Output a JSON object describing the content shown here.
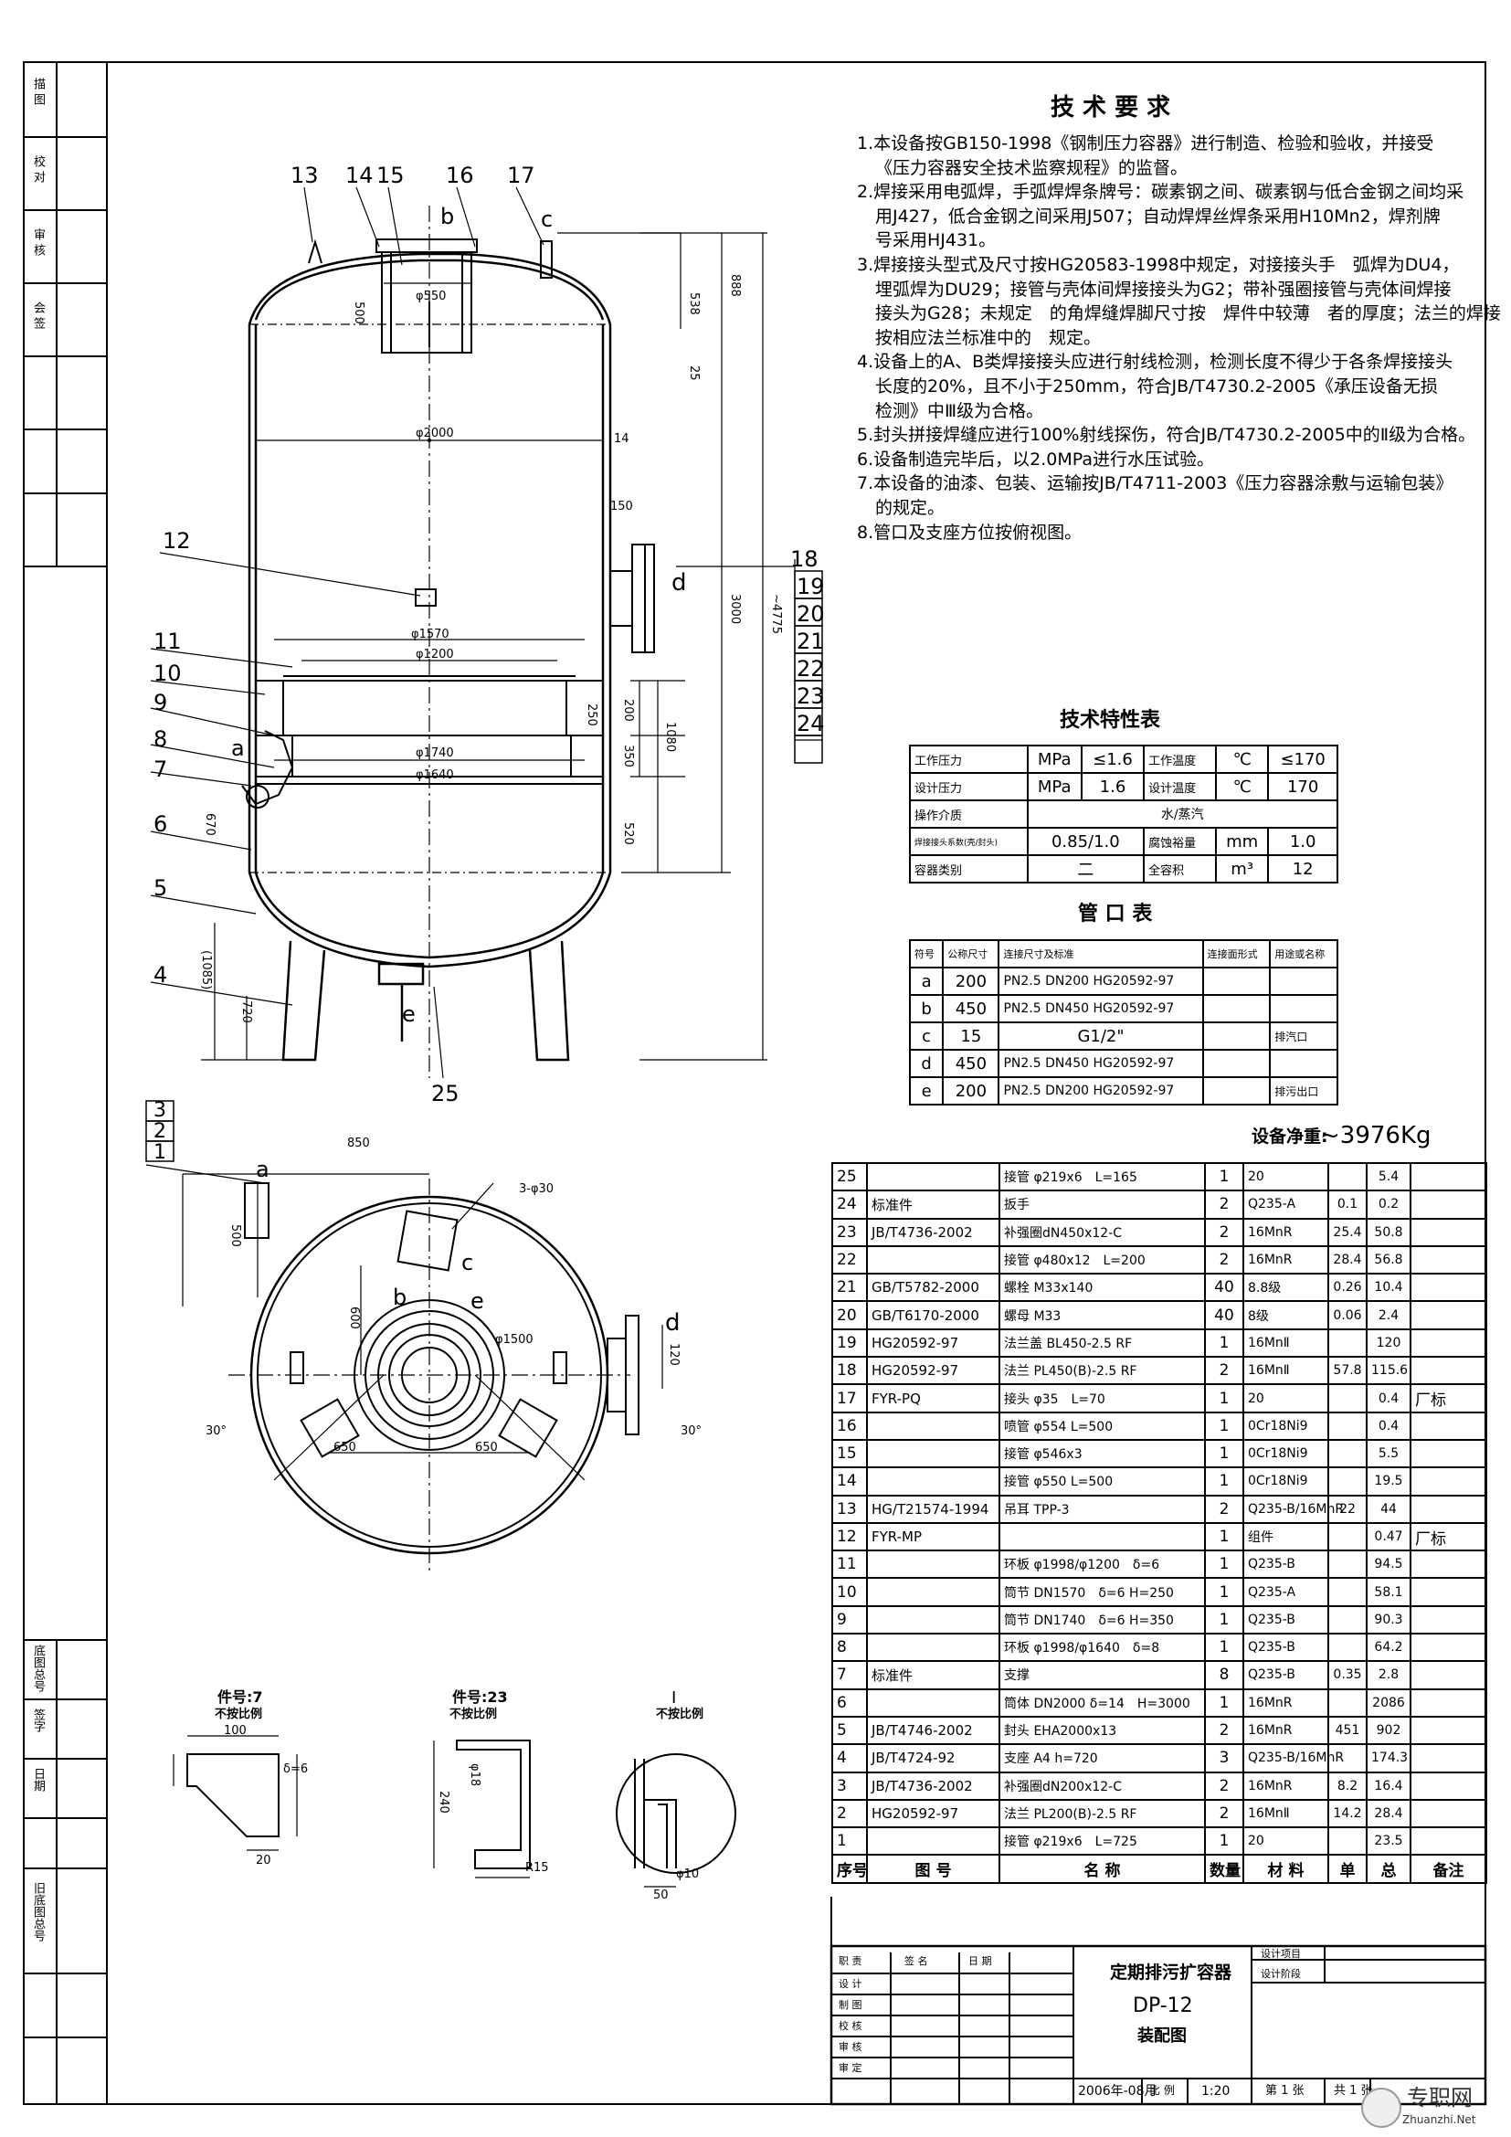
{
  "tech_requirements": {
    "title": "技 术 要 求",
    "items": [
      "1.本设备按GB150-1998《钢制压力容器》进行制造、检验和验收，并接受",
      "《压力容器安全技术监察规程》的监督。",
      "2.焊接采用电弧焊，手弧焊焊条牌号：碳素钢之间、碳素钢与低合金钢之间均采",
      "用J427，低合金钢之间采用J507；自动焊焊丝焊条采用H10Mn2，焊剂牌",
      "号采用HJ431。",
      "3.焊接接头型式及尺寸按HG20583-1998中规定，对接接头手　弧焊为DU4，",
      "埋弧焊为DU29；接管与壳体间焊接接头为G2；带补强圈接管与壳体间焊接",
      "接头为G28；未规定　的角焊缝焊脚尺寸按　焊件中较薄　者的厚度；法兰的焊接",
      "按相应法兰标准中的　规定。",
      "4.设备上的A、B类焊接接头应进行射线检测，检测长度不得少于各条焊接接头",
      "长度的20%，且不小于250mm，符合JB/T4730.2-2005《承压设备无损",
      "检测》中Ⅲ级为合格。",
      "5.封头拼接焊缝应进行100%射线探伤，符合JB/T4730.2-2005中的Ⅱ级为合格。",
      "6.设备制造完毕后，以2.0MPa进行水压试验。",
      "7.本设备的油漆、包装、运输按JB/T4711-2003《压力容器涂敷与运输包装》",
      "的规定。",
      "8.管口及支座方位按俯视图。"
    ]
  },
  "tech_spec": {
    "title": "技术特性表",
    "rows": [
      [
        "工作压力",
        "MPa",
        "≤1.6",
        "工作温度",
        "℃",
        "≤170"
      ],
      [
        "设计压力",
        "MPa",
        "1.6",
        "设计温度",
        "℃",
        "170"
      ],
      [
        "操作介质",
        "",
        "水/蒸汽",
        "",
        "",
        ""
      ],
      [
        "焊接接头系数(壳/封头)",
        "",
        "0.85/1.0",
        "腐蚀裕量",
        "mm",
        "1.0"
      ],
      [
        "容器类别",
        "",
        "二",
        "全容积",
        "m³",
        "12"
      ]
    ]
  },
  "nozzle_table": {
    "title": "管 口 表",
    "header": [
      "符号",
      "公称尺寸",
      "连接尺寸及标准",
      "连接面形式",
      "用途或名称"
    ],
    "rows": [
      [
        "a",
        "200",
        "PN2.5 DN200 HG20592-97",
        "",
        ""
      ],
      [
        "b",
        "450",
        "PN2.5 DN450 HG20592-97",
        "",
        ""
      ],
      [
        "c",
        "15",
        "G1/2\"",
        "",
        "排汽口"
      ],
      [
        "d",
        "450",
        "PN2.5 DN450 HG20592-97",
        "",
        ""
      ],
      [
        "e",
        "200",
        "PN2.5 DN200 HG20592-97",
        "",
        "排污出口"
      ]
    ]
  },
  "net_weight": {
    "label": "设备净重:",
    "value": "~3976Kg"
  },
  "parts_list": {
    "header": [
      "序号",
      "图 号",
      "名 称",
      "数量",
      "材 料",
      "单",
      "总",
      "备注"
    ],
    "rows": [
      [
        "25",
        "",
        "接管 φ219x6　L=165",
        "1",
        "20",
        "",
        "5.4",
        ""
      ],
      [
        "24",
        "标准件",
        "扳手",
        "2",
        "Q235-A",
        "0.1",
        "0.2",
        ""
      ],
      [
        "23",
        "JB/T4736-2002",
        "补强圈dN450x12-C",
        "2",
        "16MnR",
        "25.4",
        "50.8",
        ""
      ],
      [
        "22",
        "",
        "接管 φ480x12　L=200",
        "2",
        "16MnR",
        "28.4",
        "56.8",
        ""
      ],
      [
        "21",
        "GB/T5782-2000",
        "螺栓 M33x140",
        "40",
        "8.8级",
        "0.26",
        "10.4",
        ""
      ],
      [
        "20",
        "GB/T6170-2000",
        "螺母 M33",
        "40",
        "8级",
        "0.06",
        "2.4",
        ""
      ],
      [
        "19",
        "HG20592-97",
        "法兰盖 BL450-2.5 RF",
        "1",
        "16MnⅡ",
        "",
        "120",
        ""
      ],
      [
        "18",
        "HG20592-97",
        "法兰 PL450(B)-2.5 RF",
        "2",
        "16MnⅡ",
        "57.8",
        "115.6",
        ""
      ],
      [
        "17",
        "FYR-PQ",
        "接头 φ35　L=70",
        "1",
        "20",
        "",
        "0.4",
        "厂标"
      ],
      [
        "16",
        "",
        "喷管 φ554 L=500",
        "1",
        "0Cr18Ni9",
        "",
        "0.4",
        ""
      ],
      [
        "15",
        "",
        "接管 φ546x3",
        "1",
        "0Cr18Ni9",
        "",
        "5.5",
        ""
      ],
      [
        "14",
        "",
        "接管 φ550 L=500",
        "1",
        "0Cr18Ni9",
        "",
        "19.5",
        ""
      ],
      [
        "13",
        "HG/T21574-1994",
        "吊耳 TPP-3",
        "2",
        "Q235-B/16MnR",
        "22",
        "44",
        ""
      ],
      [
        "12",
        "FYR-MP",
        "",
        "1",
        "组件",
        "",
        "0.47",
        "厂标"
      ],
      [
        "11",
        "",
        "环板 φ1998/φ1200　δ=6",
        "1",
        "Q235-B",
        "",
        "94.5",
        ""
      ],
      [
        "10",
        "",
        "筒节 DN1570　δ=6 H=250",
        "1",
        "Q235-A",
        "",
        "58.1",
        ""
      ],
      [
        "9",
        "",
        "筒节 DN1740　δ=6 H=350",
        "1",
        "Q235-B",
        "",
        "90.3",
        ""
      ],
      [
        "8",
        "",
        "环板 φ1998/φ1640　δ=8",
        "1",
        "Q235-B",
        "",
        "64.2",
        ""
      ],
      [
        "7",
        "标准件",
        "支撑",
        "8",
        "Q235-B",
        "0.35",
        "2.8",
        ""
      ],
      [
        "6",
        "",
        "筒体 DN2000 δ=14　H=3000",
        "1",
        "16MnR",
        "",
        "2086",
        ""
      ],
      [
        "5",
        "JB/T4746-2002",
        "封头 EHA2000x13",
        "2",
        "16MnR",
        "451",
        "902",
        ""
      ],
      [
        "4",
        "JB/T4724-92",
        "支座 A4 h=720",
        "3",
        "Q235-B/16MnR",
        "",
        "174.3",
        ""
      ],
      [
        "3",
        "JB/T4736-2002",
        "补强圈dN200x12-C",
        "2",
        "16MnR",
        "8.2",
        "16.4",
        ""
      ],
      [
        "2",
        "HG20592-97",
        "法兰 PL200(B)-2.5 RF",
        "2",
        "16MnⅡ",
        "14.2",
        "28.4",
        ""
      ],
      [
        "1",
        "",
        "接管 φ219x6　L=725",
        "1",
        "20",
        "",
        "23.5",
        ""
      ]
    ]
  },
  "title_block": {
    "name": "定期排污扩容器",
    "code": "DP-12",
    "type": "装配图",
    "date": "2006年-08月",
    "scale_label": "比 例",
    "scale": "1:20",
    "sheet_label": "第 1 张",
    "total_label": "共 1 张",
    "left_labels": [
      "职 责",
      "设 计",
      "制 图",
      "校 核",
      "审 核",
      "审 定"
    ],
    "col_labels": [
      "签 名",
      "日 期"
    ],
    "right_labels": [
      "设计项目",
      "设计阶段"
    ]
  },
  "watermark": {
    "name": "专职网",
    "url": "Zhuanzhi.Net"
  },
  "side_labels": [
    "描 图",
    "校 对",
    "审 核",
    "会 签",
    "底图总号",
    "签字",
    "日期",
    "旧底图总号"
  ],
  "callouts": [
    "1",
    "2",
    "3",
    "4",
    "5",
    "6",
    "7",
    "8",
    "9",
    "10",
    "11",
    "12",
    "13",
    "14",
    "15",
    "16",
    "17",
    "18",
    "19",
    "20",
    "21",
    "22",
    "23",
    "24",
    "25"
  ],
  "nozzle_letters": [
    "a",
    "b",
    "c",
    "d",
    "e"
  ],
  "dims": {
    "d2000": "φ2000",
    "d1570": "φ1570",
    "d1200": "φ1200",
    "d1740": "φ1740",
    "d1640": "φ1640",
    "d550": "φ550",
    "h888": "888",
    "h538": "538",
    "h3000": "3000",
    "h4775": "~4775",
    "h1080": "1080",
    "h520": "520",
    "h720": "720",
    "h1085": "(1085)",
    "h670": "670",
    "h150": "150",
    "h500": "500",
    "h350": "350",
    "h250": "250",
    "h200": "200",
    "w14": "14",
    "w25": "25",
    "top850": "850",
    "top600": "600",
    "top650a": "650",
    "top650b": "650",
    "top500": "500",
    "top1500": "φ1500",
    "top430": "3-φ30",
    "top120": "120",
    "ang30a": "30°",
    "ang30b": "30°",
    "det7": "件号:7",
    "det23": "件号:23",
    "detI": "Ⅰ",
    "noscale": "不按比例",
    "d100": "100",
    "d20": "20",
    "d6": "δ=6",
    "d240": "240",
    "dR15": "R15",
    "d50": "50",
    "d10": "φ10",
    "d18": "φ18"
  }
}
